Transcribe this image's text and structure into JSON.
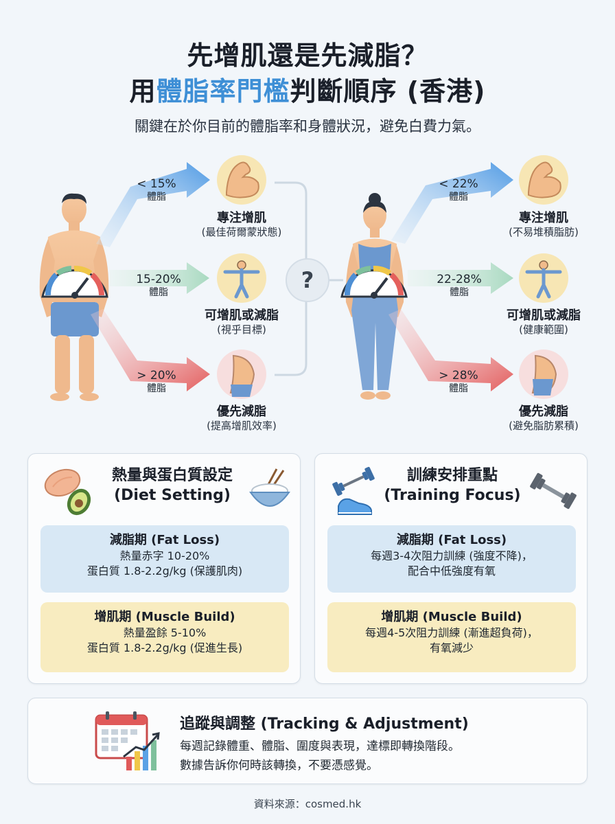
{
  "header": {
    "title_line1": "先增肌還是先減脂？",
    "title_line2_pre": "用",
    "title_line2_highlight": "體脂率門檻",
    "title_line2_post": "判斷順序 (香港)",
    "subtitle": "關鍵在於你目前的體脂率和身體狀況，避免白費力氣。"
  },
  "colors": {
    "accent": "#3e8fd6",
    "blue_arrow": "#5aa2e6",
    "green_arrow": "#9fd0b8",
    "red_arrow": "#e86b6b",
    "blue_pill": "#d8e8f5",
    "yellow_pill": "#f8ecc0"
  },
  "center_symbol": "?",
  "male": {
    "unit": "體脂",
    "low": {
      "threshold": "< 15%",
      "result": "專注增肌",
      "note": "(最佳荷爾蒙狀態)",
      "icon": "flexed-bicep-icon"
    },
    "mid": {
      "threshold": "15-20%",
      "result": "可增肌或減脂",
      "note": "(視乎目標)",
      "icon": "person-arms-out-icon"
    },
    "high": {
      "threshold": "> 20%",
      "result": "優先減脂",
      "note": "(提高增肌效率)",
      "icon": "belly-icon"
    }
  },
  "female": {
    "unit": "體脂",
    "low": {
      "threshold": "< 22%",
      "result": "專注增肌",
      "note": "(不易堆積脂肪)",
      "icon": "flexed-bicep-icon"
    },
    "mid": {
      "threshold": "22-28%",
      "result": "可增肌或減脂",
      "note": "(健康範圍)",
      "icon": "person-arms-out-icon"
    },
    "high": {
      "threshold": "> 28%",
      "result": "優先減脂",
      "note": "(避免脂肪累積)",
      "icon": "belly-icon"
    }
  },
  "diet": {
    "title_zh": "熱量與蛋白質設定",
    "title_en": "(Diet Setting)",
    "fat_loss": {
      "heading": "減脂期 (Fat Loss)",
      "line1": "熱量赤字 10-20%",
      "line2": "蛋白質 1.8-2.2g/kg (保護肌肉)"
    },
    "muscle_build": {
      "heading": "增肌期 (Muscle Build)",
      "line1": "熱量盈餘 5-10%",
      "line2": "蛋白質 1.8-2.2g/kg (促進生長)"
    }
  },
  "training": {
    "title_zh": "訓練安排重點",
    "title_en": "(Training Focus)",
    "fat_loss": {
      "heading": "減脂期 (Fat Loss)",
      "line1": "每週3-4次阻力訓練 (強度不降)，",
      "line2": "配合中低強度有氧"
    },
    "muscle_build": {
      "heading": "增肌期 (Muscle Build)",
      "line1": "每週4-5次阻力訓練 (漸進超負荷)，",
      "line2": "有氧減少"
    }
  },
  "tracking": {
    "title": "追蹤與調整 (Tracking & Adjustment)",
    "line1": "每週記錄體重、體脂、圍度與表現，達標即轉換階段。",
    "line2": "數據告訴你何時該轉換，不要憑感覺。"
  },
  "footer": {
    "source": "資料來源：cosmed.hk"
  }
}
